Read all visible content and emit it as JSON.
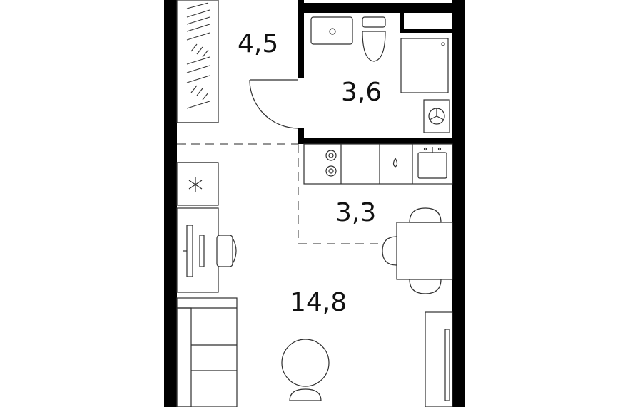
{
  "plan": {
    "rooms": [
      {
        "id": "hallway",
        "area": "4,5"
      },
      {
        "id": "bathroom",
        "area": "3,6"
      },
      {
        "id": "kitchen",
        "area": "3,3"
      },
      {
        "id": "living",
        "area": "14,8"
      }
    ],
    "colors": {
      "wall": "#000000",
      "line": "#2f2f2f",
      "background": "#ffffff"
    }
  }
}
